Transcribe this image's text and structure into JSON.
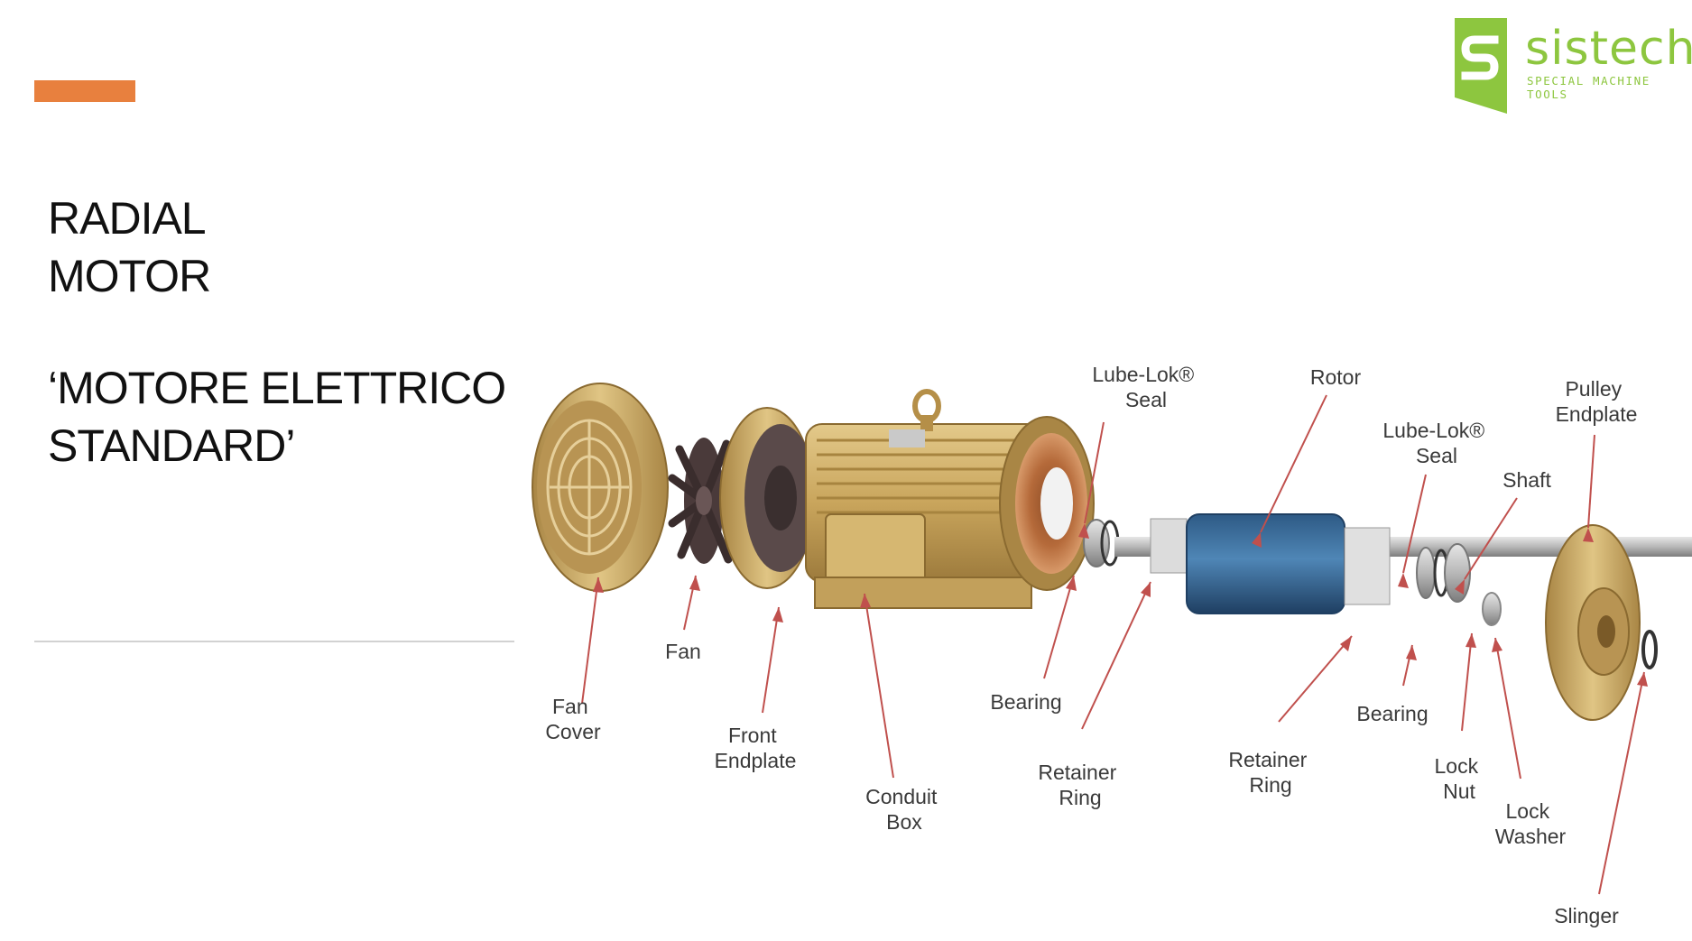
{
  "slide": {
    "title_lines": [
      "RADIAL",
      "MOTOR"
    ],
    "subtitle_lines": [
      "‘MOTORE ELETTRICO",
      "STANDARD’"
    ]
  },
  "logo": {
    "name": "sistech",
    "tagline": "SPECIAL MACHINE TOOLS",
    "green": "#8dc63f"
  },
  "colors": {
    "accent": "#e8803e",
    "divider": "#d2d2d2",
    "leader": "#c0504d"
  },
  "diagram": {
    "labels": {
      "fan_cover": [
        "Fan",
        "Cover"
      ],
      "fan": [
        "Fan"
      ],
      "front_endplate": [
        "Front",
        "Endplate"
      ],
      "conduit_box": [
        "Conduit",
        "Box"
      ],
      "bearing_left": [
        "Bearing"
      ],
      "lube_lok_seal_left": [
        "Lube-Lok®",
        "Seal"
      ],
      "retainer_ring_left": [
        "Retainer",
        "Ring"
      ],
      "rotor": [
        "Rotor"
      ],
      "retainer_ring_right": [
        "Retainer",
        "Ring"
      ],
      "lube_lok_seal_right": [
        "Lube-Lok®",
        "Seal"
      ],
      "bearing_right": [
        "Bearing"
      ],
      "shaft": [
        "Shaft"
      ],
      "lock_nut": [
        "Lock",
        "Nut"
      ],
      "lock_washer": [
        "Lock",
        "Washer"
      ],
      "pulley_endplate": [
        "Pulley",
        "Endplate"
      ],
      "slinger": [
        "Slinger"
      ]
    }
  }
}
